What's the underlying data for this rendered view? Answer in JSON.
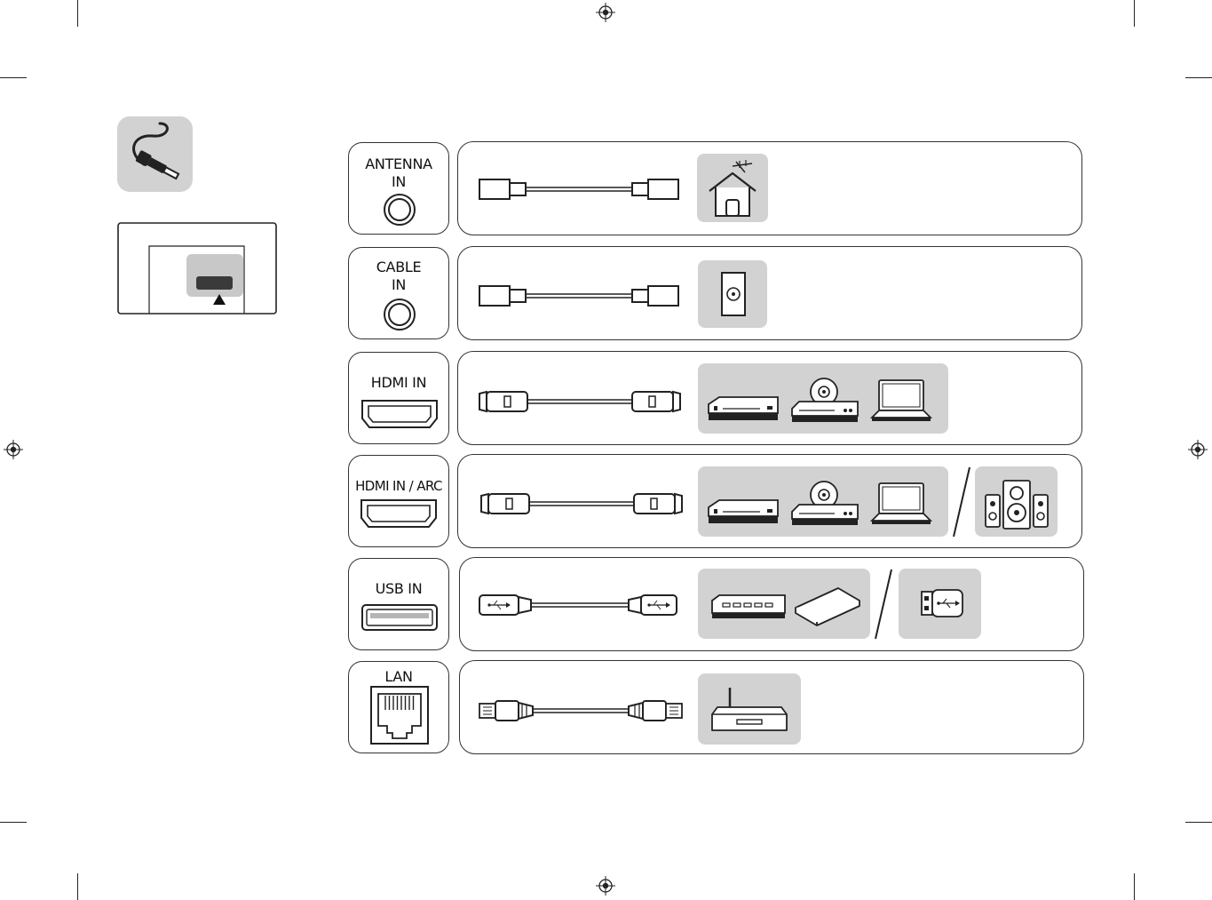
{
  "title": "",
  "ports": [
    {
      "id": "antenna",
      "label": "ANTENNA\nIN",
      "icon": "coax-port-icon",
      "cable": "coax-cable-icon",
      "devices": [
        [
          "antenna-house-icon"
        ]
      ]
    },
    {
      "id": "cable",
      "label": "CABLE\nIN",
      "icon": "coax-port-icon",
      "cable": "coax-cable-icon",
      "devices": [
        [
          "wall-outlet-icon"
        ]
      ]
    },
    {
      "id": "hdmi",
      "label": "HDMI IN",
      "icon": "hdmi-port-icon",
      "cable": "hdmi-cable-icon",
      "devices": [
        [
          "set-top-box-icon",
          "dvd-player-icon",
          "laptop-icon"
        ]
      ]
    },
    {
      "id": "hdmi-arc",
      "label": "HDMI IN / ARC",
      "icon": "hdmi-port-icon",
      "cable": "hdmi-cable-icon",
      "devices": [
        [
          "set-top-box-icon",
          "dvd-player-icon",
          "laptop-icon"
        ],
        [
          "speakers-icon"
        ]
      ]
    },
    {
      "id": "usb",
      "label": "USB IN",
      "icon": "usb-port-icon",
      "cable": "usb-cable-icon",
      "devices": [
        [
          "hard-drive-icon",
          "portable-drive-icon"
        ],
        [
          "usb-stick-icon"
        ]
      ]
    },
    {
      "id": "lan",
      "label": "LAN",
      "icon": "rj45-port-icon",
      "cable": "lan-cable-icon",
      "devices": [
        [
          "router-icon"
        ]
      ]
    }
  ],
  "header_icon": "cable-plug-icon",
  "tv_panel_icon": "tv-side-panel-icon",
  "colors": {
    "gray_box": "#d2d2d2",
    "line": "#333333",
    "dark": "#222222"
  }
}
